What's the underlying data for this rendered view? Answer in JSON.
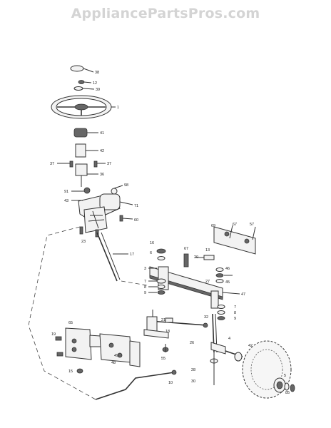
{
  "watermark": "AppliancePartsPros.com",
  "callouts": [
    {
      "id": "c38",
      "text": "38"
    },
    {
      "id": "c12",
      "text": "12"
    },
    {
      "id": "c39",
      "text": "39"
    },
    {
      "id": "c1",
      "text": "1"
    },
    {
      "id": "c41",
      "text": "41"
    },
    {
      "id": "c42",
      "text": "42"
    },
    {
      "id": "c37a",
      "text": "37"
    },
    {
      "id": "c37b",
      "text": "37"
    },
    {
      "id": "c36",
      "text": "36"
    },
    {
      "id": "c91",
      "text": "91"
    },
    {
      "id": "c98",
      "text": "98"
    },
    {
      "id": "c43",
      "text": "43"
    },
    {
      "id": "c71",
      "text": "71"
    },
    {
      "id": "c60",
      "text": "60"
    },
    {
      "id": "c23",
      "text": "23"
    },
    {
      "id": "c17",
      "text": "17"
    },
    {
      "id": "c16",
      "text": "16"
    },
    {
      "id": "c67a",
      "text": "67"
    },
    {
      "id": "c13",
      "text": "13"
    },
    {
      "id": "c20",
      "text": "20"
    },
    {
      "id": "c3",
      "text": "3"
    },
    {
      "id": "c7a",
      "text": "7"
    },
    {
      "id": "c8a",
      "text": "8"
    },
    {
      "id": "c9a",
      "text": "9"
    },
    {
      "id": "c6",
      "text": "6"
    },
    {
      "id": "c27",
      "text": "27"
    },
    {
      "id": "c46",
      "text": "46"
    },
    {
      "id": "c45",
      "text": "45"
    },
    {
      "id": "c67b",
      "text": "67"
    },
    {
      "id": "c57",
      "text": "57"
    },
    {
      "id": "c69",
      "text": "69"
    },
    {
      "id": "c32",
      "text": "32"
    },
    {
      "id": "c7b",
      "text": "7"
    },
    {
      "id": "c8b",
      "text": "8"
    },
    {
      "id": "c9b",
      "text": "9"
    },
    {
      "id": "c4",
      "text": "4"
    },
    {
      "id": "c26",
      "text": "26"
    },
    {
      "id": "c47",
      "text": "47"
    },
    {
      "id": "c28",
      "text": "28"
    },
    {
      "id": "c30",
      "text": "30"
    },
    {
      "id": "c42b",
      "text": "42"
    },
    {
      "id": "c5",
      "text": "5"
    },
    {
      "id": "c85",
      "text": "85"
    },
    {
      "id": "c21",
      "text": "21"
    },
    {
      "id": "c18",
      "text": "18"
    },
    {
      "id": "c10",
      "text": "10"
    },
    {
      "id": "c15",
      "text": "15"
    },
    {
      "id": "c55",
      "text": "55"
    },
    {
      "id": "c19",
      "text": "19"
    },
    {
      "id": "c48",
      "text": "48"
    },
    {
      "id": "c49",
      "text": "49"
    },
    {
      "id": "c65",
      "text": "65"
    }
  ]
}
